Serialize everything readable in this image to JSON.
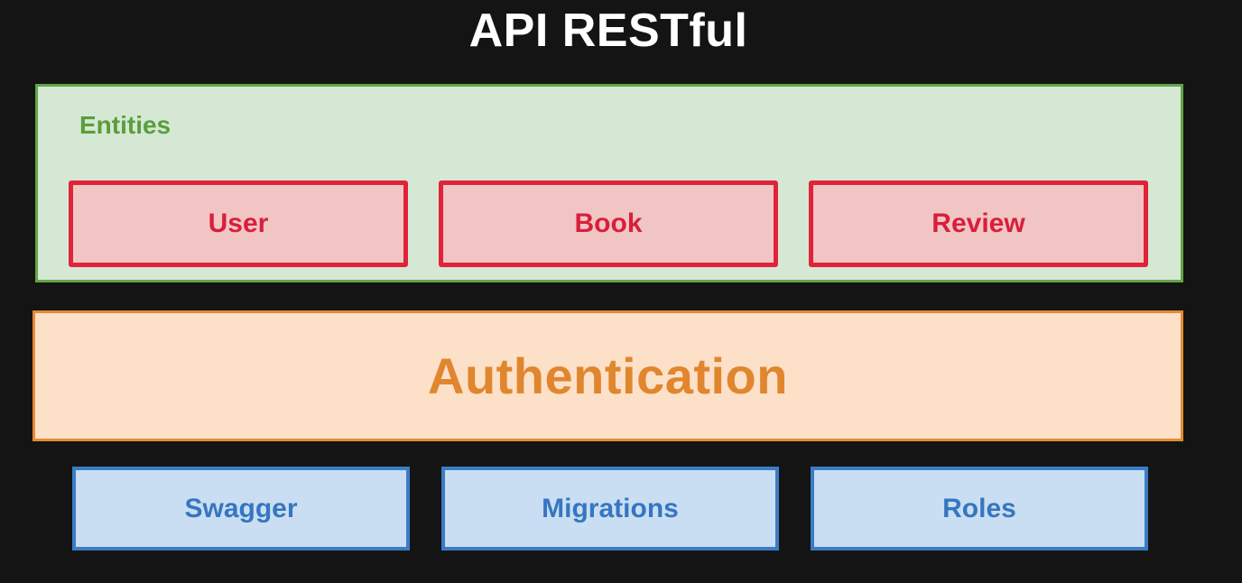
{
  "title": "API RESTful",
  "entities": {
    "label": "Entities",
    "items": [
      "User",
      "Book",
      "Review"
    ]
  },
  "authentication": {
    "label": "Authentication"
  },
  "tools": {
    "items": [
      "Swagger",
      "Migrations",
      "Roles"
    ]
  },
  "colors": {
    "background": "#141414",
    "entities_fill": "#d5e8d4",
    "entities_border": "#63a446",
    "entity_fill": "#f2c5c5",
    "entity_border": "#e0223a",
    "auth_fill": "#fde0c8",
    "auth_border": "#e38b35",
    "tool_fill": "#c9def2",
    "tool_border": "#3b7cc4"
  }
}
